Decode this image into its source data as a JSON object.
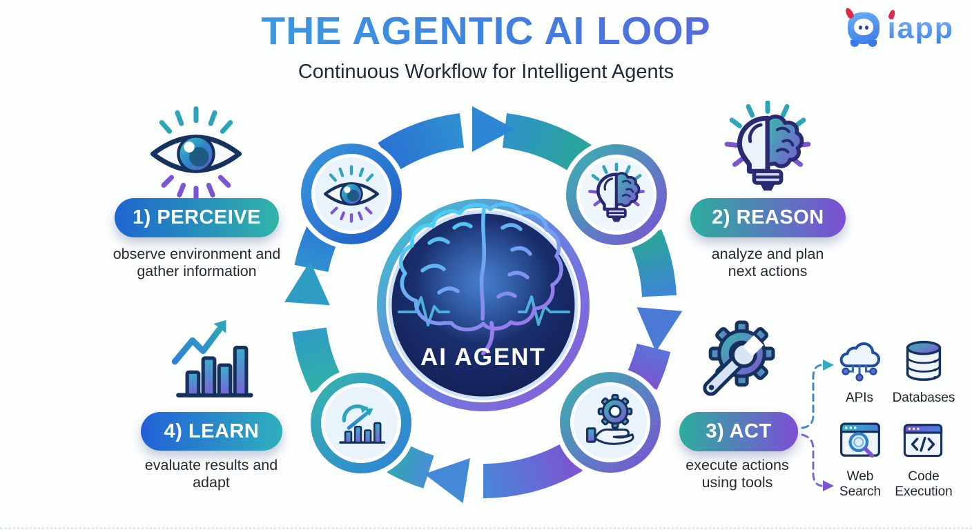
{
  "header": {
    "title": "THE AGENTIC AI LOOP",
    "subtitle": "Continuous Workflow for Intelligent Agents",
    "logo_text": "iapp"
  },
  "center": {
    "label": "AI AGENT",
    "icon": "brain-icon"
  },
  "stages": {
    "perceive": {
      "label": "1) PERCEIVE",
      "desc": "observe environment and gather information",
      "icon": "eye-icon"
    },
    "reason": {
      "label": "2) REASON",
      "desc": "analyze and plan next actions",
      "icon": "lightbulb-brain-icon"
    },
    "act": {
      "label": "3) ACT",
      "desc": "execute actions using tools",
      "icon": "gear-wrench-icon"
    },
    "learn": {
      "label": "4) LEARN",
      "desc": "evaluate results and adapt",
      "icon": "bar-chart-growth-icon"
    }
  },
  "loop": {
    "direction": "clockwise",
    "order": [
      "perceive",
      "reason",
      "act",
      "learn"
    ]
  },
  "tools": {
    "apis": {
      "label": "APIs",
      "icon": "cloud-api-icon"
    },
    "databases": {
      "label": "Databases",
      "icon": "database-icon"
    },
    "web_search": {
      "label": "Web Search",
      "icon": "web-search-icon"
    },
    "code_execution": {
      "label": "Code Execution",
      "icon": "code-execution-icon"
    }
  },
  "colors": {
    "title_gradient_start": "#38b2e2",
    "title_gradient_end": "#7b4dd4",
    "pill_blue": "#1d66d0",
    "pill_teal": "#2dad9d",
    "pill_purple": "#7d4fd6",
    "arc_blue": "#2e7fd9",
    "arc_teal": "#2aa598",
    "arc_purple": "#7b55d2",
    "center_navy": "#101b4e",
    "logo_blue": "#3f82ec",
    "logo_red": "#e02848",
    "text_dark": "#252b33"
  }
}
